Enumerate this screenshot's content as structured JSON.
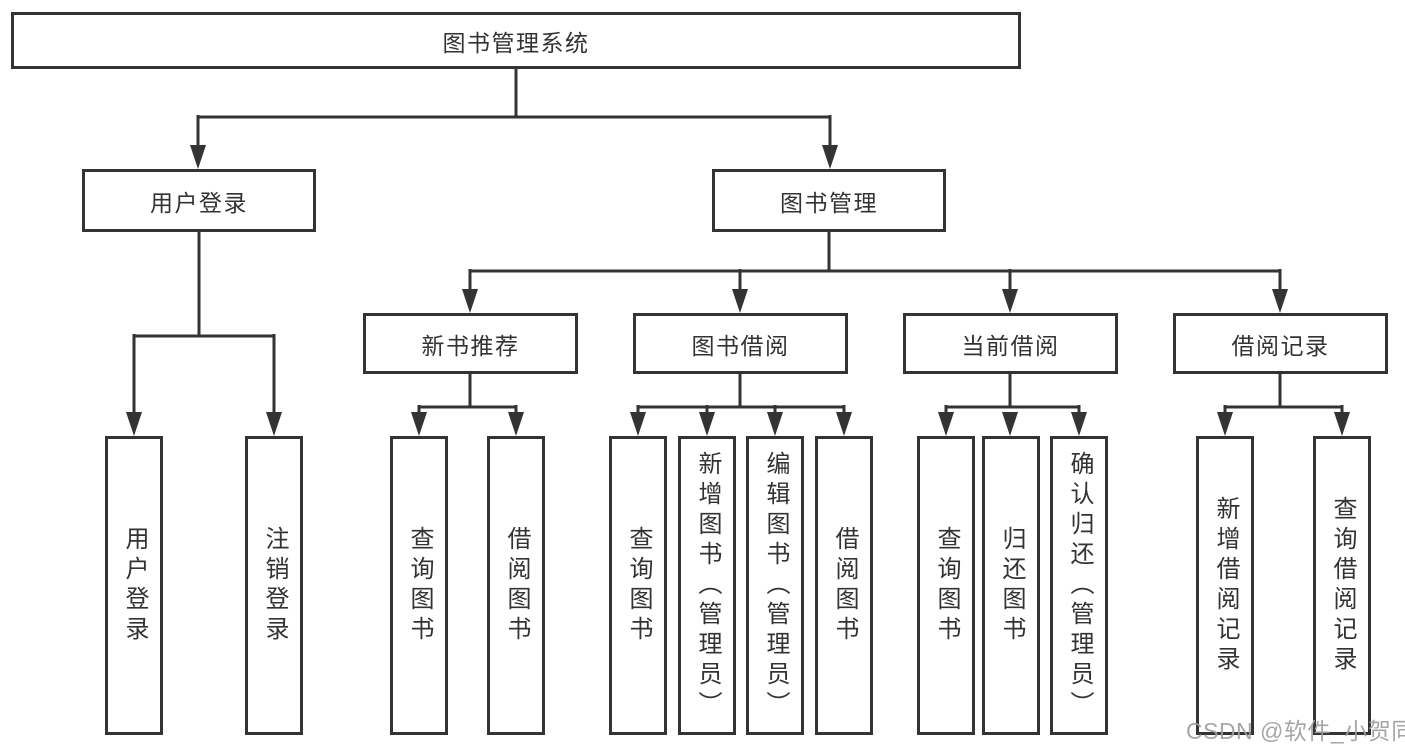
{
  "diagram": {
    "root": {
      "label": "图书管理系统"
    },
    "level2": [
      {
        "label": "用户登录"
      },
      {
        "label": "图书管理"
      }
    ],
    "level3": [
      {
        "label": "新书推荐"
      },
      {
        "label": "图书借阅"
      },
      {
        "label": "当前借阅"
      },
      {
        "label": "借阅记录"
      }
    ],
    "leaves": [
      {
        "label": "用户登录"
      },
      {
        "label": "注销登录"
      },
      {
        "label": "查询图书"
      },
      {
        "label": "借阅图书"
      },
      {
        "label": "查询图书"
      },
      {
        "label": "新增图书（管理员）"
      },
      {
        "label": "编辑图书（管理员）"
      },
      {
        "label": "借阅图书"
      },
      {
        "label": "查询图书"
      },
      {
        "label": "归还图书"
      },
      {
        "label": "确认归还（管理员）"
      },
      {
        "label": "新增借阅记录"
      },
      {
        "label": "查询借阅记录"
      }
    ],
    "line_color": "#333333",
    "watermark": "CSDN @软件_小贺同学"
  }
}
